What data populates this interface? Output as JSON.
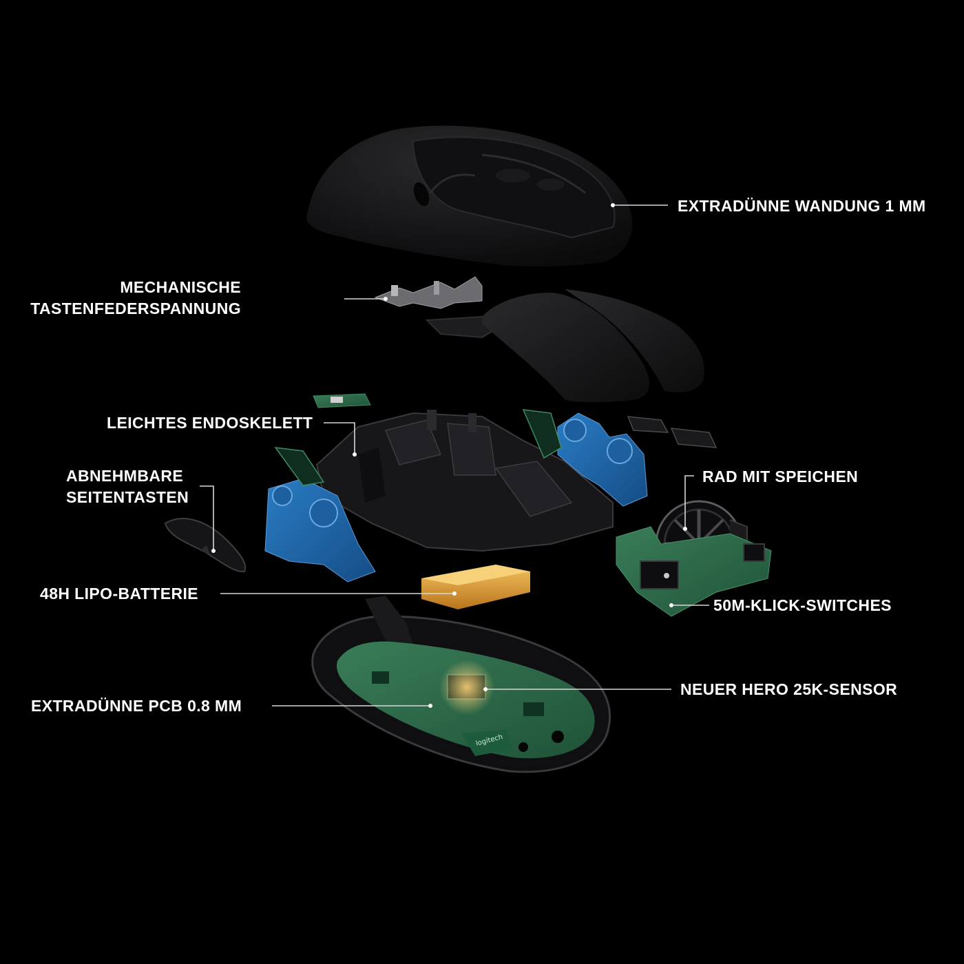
{
  "palette": {
    "background": "#000000",
    "label_text": "#ffffff",
    "leader_line": "#d8d8d8",
    "shell": "#141416",
    "skeleton": "#1c1c1f",
    "side_frame_blue": "#1f63a8",
    "pcb_green": "#2b6b4a",
    "battery_amber": "#e8a83a"
  },
  "callouts": {
    "shell_wall": "EXTRADÜNNE WANDUNG 1 MM",
    "spring_tension": {
      "line1": "MECHANISCHE",
      "line2": "TASTENFEDERSPANNUNG"
    },
    "endoskeleton": "LEICHTES ENDOSKELETT",
    "side_buttons": {
      "line1": "ABNEHMBARE",
      "line2": "SEITENTASTEN"
    },
    "wheel": "RAD MIT SPEICHEN",
    "battery": "48H LIPO-BATTERIE",
    "switches": "50M-KLICK-SWITCHES",
    "sensor": "NEUER HERO 25K-SENSOR",
    "pcb": "EXTRADÜNNE PCB 0.8 MM"
  },
  "pcb_logo_text": "logitech"
}
